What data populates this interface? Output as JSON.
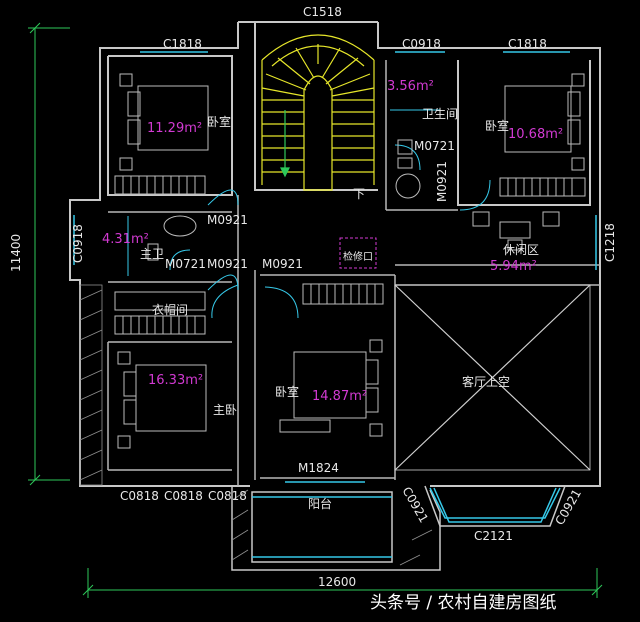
{
  "rooms": {
    "bed_nw": {
      "name": "卧室",
      "area": "11.29m²"
    },
    "bed_ne": {
      "name": "卧室",
      "area": "10.68m²"
    },
    "bath_n": {
      "name": "卫生间",
      "area": "3.56m²"
    },
    "bath_main": {
      "name": "主卫",
      "area": "4.31m²"
    },
    "leisure": {
      "name": "休闲区",
      "area": "5.94m²"
    },
    "closet": {
      "name": "衣帽间"
    },
    "master": {
      "name": "主卧",
      "area": "16.33m²"
    },
    "bed_mid": {
      "name": "卧室",
      "area": "14.87m²"
    },
    "living_void": {
      "name": "客厅上空"
    },
    "balcony": {
      "name": "阳台"
    },
    "access": {
      "name": "检修口"
    },
    "stair_down": {
      "name": "下"
    }
  },
  "openings": {
    "c1518": "C1518",
    "c1818_a": "C1818",
    "c1818_b": "C1818",
    "c0918_top": "C0918",
    "c0918_left": "C0918",
    "c1218": "C1218",
    "m0721_a": "M0721",
    "m0721_b": "M0721",
    "m0921_a": "M0921",
    "m0921_b": "M0921",
    "m0921_c": "M0921",
    "m0921_d": "M0921",
    "m1824": "M1824",
    "c0818_a": "C0818",
    "c0818_b": "C0818",
    "c0818_c": "C0818",
    "c0921_a": "C0921",
    "c0921_b": "C0921",
    "c2121": "C2121"
  },
  "dimensions": {
    "height": "11400",
    "width": "12600"
  },
  "watermark": "头条号 / 农村自建房图纸",
  "colors": {
    "wall": "#c8c8c8",
    "room_text": "#e8e8e8",
    "area_text": "#d23ad2",
    "stair": "#e6e62a",
    "glass": "#36c8e8",
    "dim_line": "#2ec85a"
  }
}
